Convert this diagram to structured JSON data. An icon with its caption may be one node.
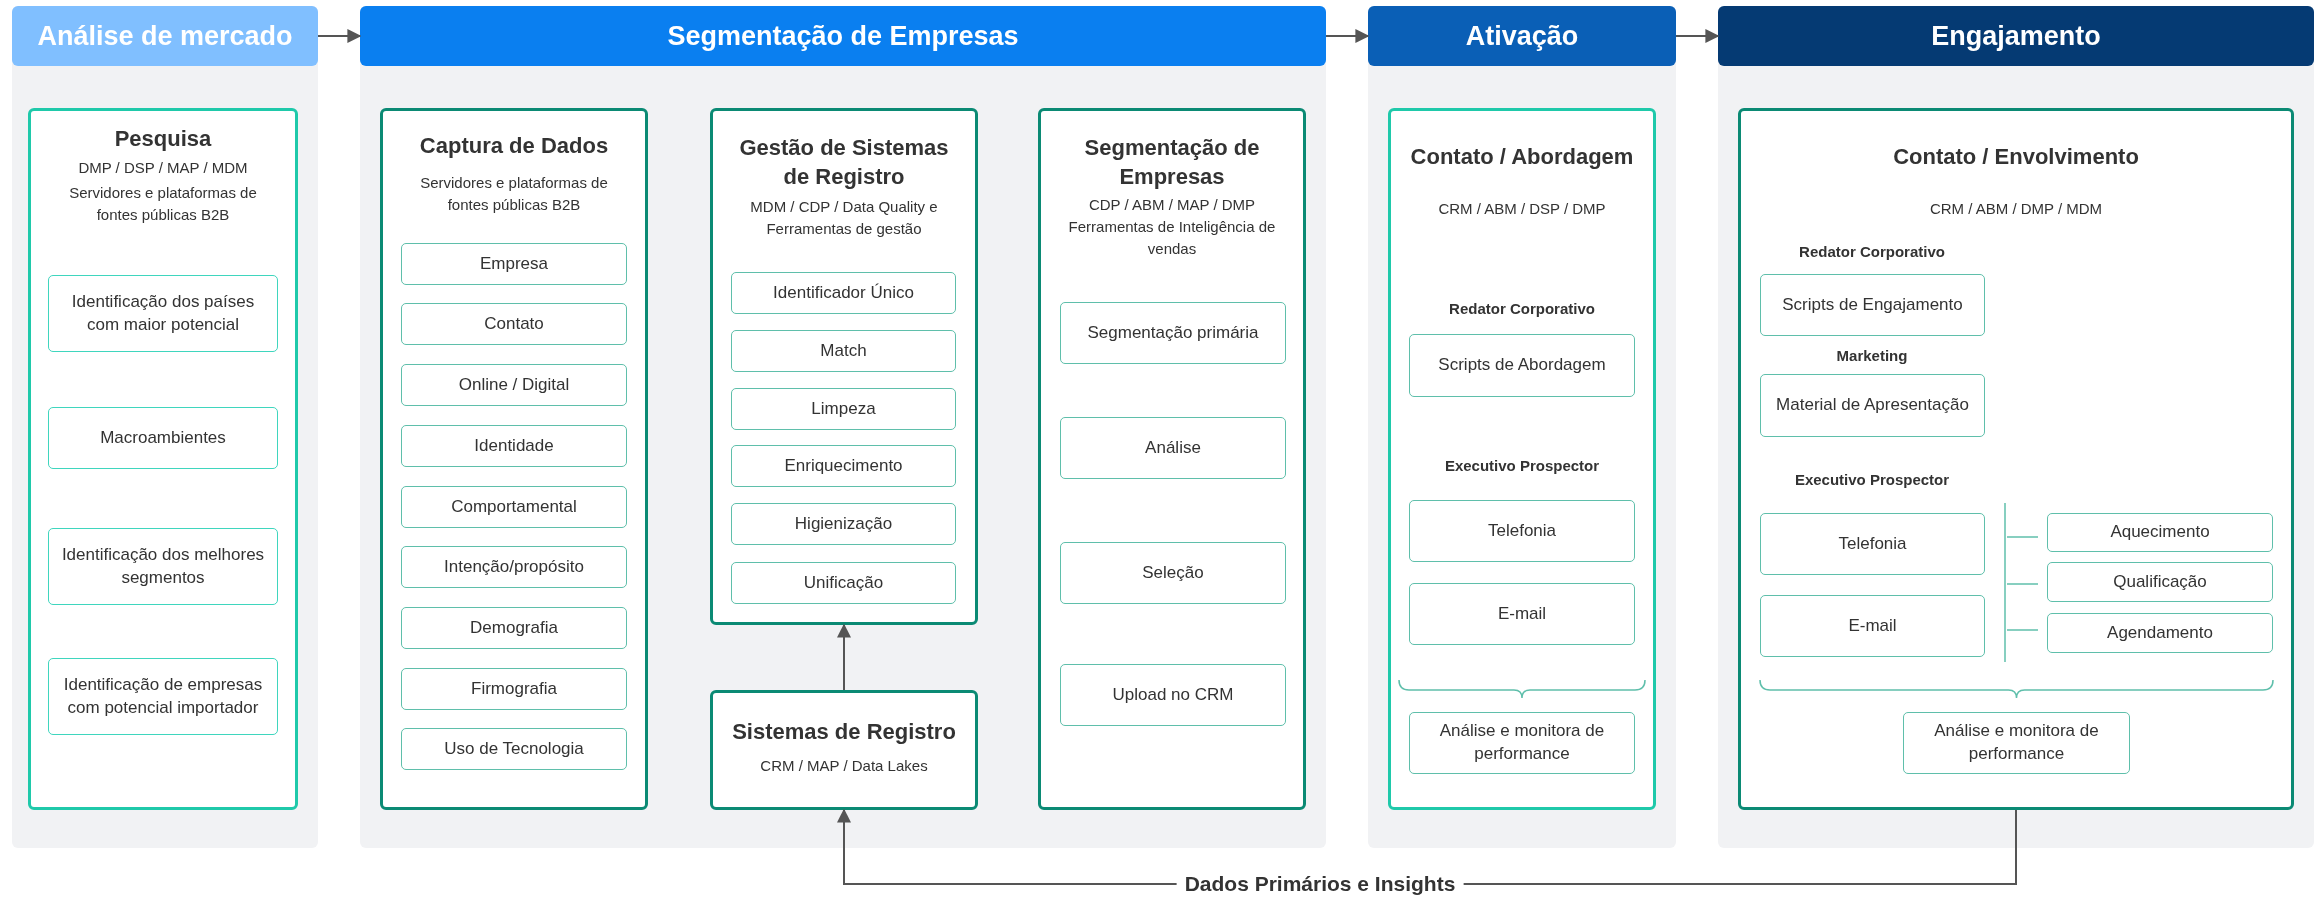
{
  "diagram": {
    "nodes": [
      {
        "text": [
          "Análise de mercado"
        ]
      },
      {
        "text": [
          "Pesquisa",
          "DMP / DSP / MAP / MDM",
          "Servidores e plataformas de fontes públicas B2B"
        ],
        "in": 0
      },
      {
        "text": [
          "Identificação dos países com maior potencial"
        ],
        "in": 1
      },
      {
        "text": [
          "Macroambientes"
        ],
        "in": 1
      },
      {
        "text": [
          "Identificação dos melhores segmentos"
        ],
        "in": 1
      },
      {
        "text": [
          "Identificação de empresas com potencial importador"
        ],
        "in": 1
      },
      {
        "text": [
          "Segmentação de Empresas"
        ]
      },
      {
        "text": [
          "Captura de Dados",
          "Servidores e plataformas de fontes públicas B2B"
        ],
        "in": 6
      },
      {
        "text": [
          "Empresa"
        ],
        "in": 7
      },
      {
        "text": [
          "Contato"
        ],
        "in": 7
      },
      {
        "text": [
          "Online / Digital"
        ],
        "in": 7
      },
      {
        "text": [
          "Identidade"
        ],
        "in": 7
      },
      {
        "text": [
          "Comportamental"
        ],
        "in": 7
      },
      {
        "text": [
          "Intenção/propósito"
        ],
        "in": 7
      },
      {
        "text": [
          "Demografia"
        ],
        "in": 7
      },
      {
        "text": [
          "Firmografia"
        ],
        "in": 7
      },
      {
        "text": [
          "Uso de Tecnologia"
        ],
        "in": 7
      },
      {
        "text": [
          "Gestão de Sistemas de Registro",
          "MDM / CDP / Data Quality e Ferramentas de gestão"
        ],
        "in": 6
      },
      {
        "text": [
          "Identificador Único"
        ],
        "in": 17
      },
      {
        "text": [
          "Match"
        ],
        "in": 17
      },
      {
        "text": [
          "Limpeza"
        ],
        "in": 17
      },
      {
        "text": [
          "Enriquecimento"
        ],
        "in": 17
      },
      {
        "text": [
          "Higienização"
        ],
        "in": 17
      },
      {
        "text": [
          "Unificação"
        ],
        "in": 17
      },
      {
        "text": [
          "Sistemas de Registro",
          "CRM / MAP / Data Lakes"
        ],
        "in": 6
      },
      {
        "text": [
          "Segmentação de Empresas",
          "CDP / ABM / MAP / DMP Ferramentas de Inteligência de vendas"
        ],
        "in": 6
      },
      {
        "text": [
          "Segmentação primária"
        ],
        "in": 25
      },
      {
        "text": [
          "Análise"
        ],
        "in": 25
      },
      {
        "text": [
          "Seleção"
        ],
        "in": 25
      },
      {
        "text": [
          "Upload no CRM"
        ],
        "in": 25
      },
      {
        "text": [
          "Ativação"
        ]
      },
      {
        "text": [
          "Contato / Abordagem",
          "CRM / ABM / DSP / DMP",
          "Redator Corporativo",
          "Executivo Prospector"
        ],
        "in": 30
      },
      {
        "text": [
          "Scripts de Abordagem"
        ],
        "in": 31
      },
      {
        "text": [
          "Telefonia"
        ],
        "in": 31
      },
      {
        "text": [
          "E-mail"
        ],
        "in": 31
      },
      {
        "text": [
          "Análise e monitora de performance"
        ],
        "in": 31
      },
      {
        "text": [
          "Engajamento"
        ]
      },
      {
        "text": [
          "Contato / Envolvimento",
          "CRM / ABM / DMP / MDM",
          "Redator Corporativo",
          "Marketing",
          "Executivo Prospector"
        ],
        "in": 36
      },
      {
        "text": [
          "Scripts de Engajamento"
        ],
        "in": 37
      },
      {
        "text": [
          "Material de Apresentação"
        ],
        "in": 37
      },
      {
        "text": [
          "Telefonia"
        ],
        "in": 37
      },
      {
        "text": [
          "E-mail"
        ],
        "in": 37
      },
      {
        "text": [
          "Aquecimento"
        ],
        "in": 37
      },
      {
        "text": [
          "Qualificação"
        ],
        "in": 37
      },
      {
        "text": [
          "Agendamento"
        ],
        "in": 37
      },
      {
        "text": [
          "Análise e monitora de performance"
        ],
        "in": 37
      }
    ],
    "edges": [
      {
        "from": 0,
        "to": 6,
        "arrow": "to"
      },
      {
        "from": 6,
        "to": 30,
        "arrow": "to"
      },
      {
        "from": 30,
        "to": 36,
        "arrow": "to"
      },
      {
        "from": 24,
        "to": 17,
        "arrow": "to"
      },
      {
        "from": 37,
        "to": 24,
        "arrow": "to",
        "label": "Dados Primários e Insights"
      }
    ]
  }
}
